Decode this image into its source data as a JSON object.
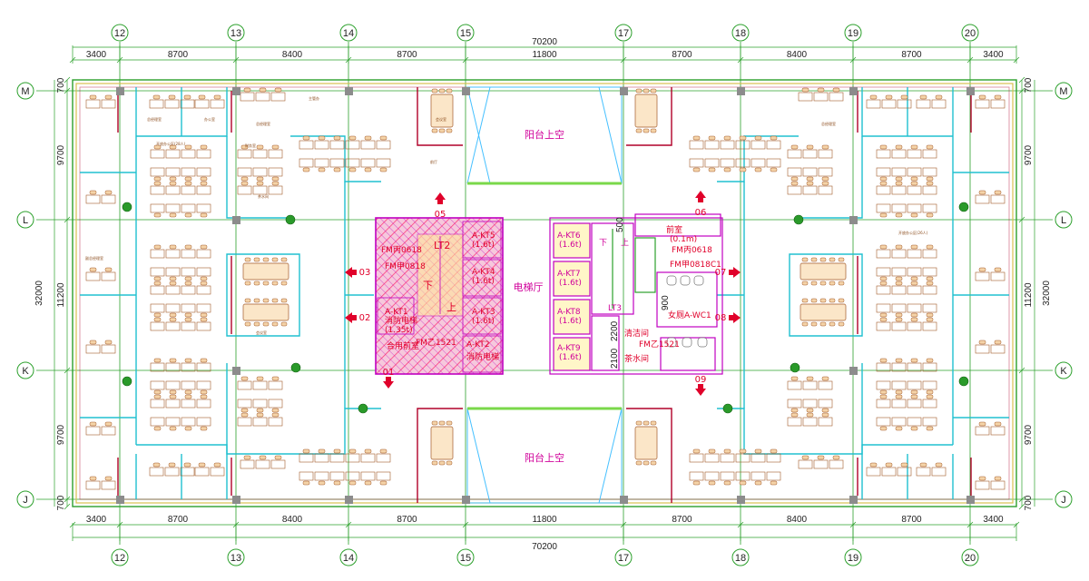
{
  "colors": {
    "grid": "#2ca02c",
    "dimension": "#2ca02c",
    "wall": "#b00028",
    "partition": "#20c0d0",
    "furniture": "#a25a2a",
    "stair_hatch": "#ff2d6f",
    "core_outline": "#c000c0",
    "label_red": "#e0002a",
    "label_magenta": "#d0009a",
    "balcony": "#45c0ff"
  },
  "axes_vertical": [
    "12",
    "13",
    "14",
    "15",
    "17",
    "18",
    "19",
    "20"
  ],
  "axes_horizontal": [
    "M",
    "L",
    "K",
    "J"
  ],
  "dims_top_total": "70200",
  "dims_bottom_total": "70200",
  "dims_horizontal_segments": [
    "3400",
    "8700",
    "8400",
    "8700",
    "11800",
    "8700",
    "8400",
    "8700",
    "3400"
  ],
  "dims_vertical_total": "32000",
  "dims_vertical_segments": [
    "700",
    "9700",
    "11200",
    "9700",
    "700"
  ],
  "core_labels": {
    "balcony_top": "阳台上空",
    "balcony_bottom": "阳台上空",
    "elevator_hall": "电梯厅",
    "stair_code": "LT2",
    "stair_code_right": "LT3",
    "up": "上",
    "down": "下",
    "left_core": {
      "lift_1": "A-KT1",
      "lift_1_sub": "消防电梯",
      "lift_1_cap": "(1.35t)",
      "door_a": "FM丙0618",
      "door_b": "FM甲0818",
      "front": "合用前室",
      "front_code": "FM乙1521",
      "door_c": "FM乙1521",
      "lift_2": "A-KT2",
      "lift_2_sub": "消防电梯",
      "lift_3": "A-KT3",
      "lift_3_cap": "(1.6t)",
      "lift_4": "A-KT4",
      "lift_4_cap": "(1.6t)",
      "lift_5": "A-KT5",
      "lift_5_cap": "(1.6t)"
    },
    "right_core": {
      "lift_6": "A-KT6",
      "lift_6_cap": "(1.6t)",
      "lift_7": "A-KT7",
      "lift_7_cap": "(1.6t)",
      "lift_8": "A-KT8",
      "lift_8_cap": "(1.6t)",
      "lift_9": "A-KT9",
      "lift_9_cap": "(1.6t)",
      "anteroom": "前室",
      "anteroom_sub": "(0.1m)",
      "door_a": "FM丙0618",
      "door_b": "FM甲0818C1",
      "wc": "女厕A-WC1",
      "cleaning": "清洁间",
      "tea": "茶水间",
      "door_c": "FM乙1521",
      "dim_500": "500",
      "dim_900": "900",
      "dim_2200": "2200",
      "dim_2100": "2100"
    }
  },
  "exits": [
    "01",
    "02",
    "03",
    "05",
    "06",
    "07",
    "08",
    "09"
  ],
  "room_labels_small": [
    "总经理室",
    "办公室",
    "总经理室",
    "开放办公区(28人)",
    "财务室",
    "茶水间",
    "会议室",
    "前厅",
    "副总经理室",
    "会议室",
    "开放办公区(26人)",
    "总经理室",
    "主管办"
  ]
}
